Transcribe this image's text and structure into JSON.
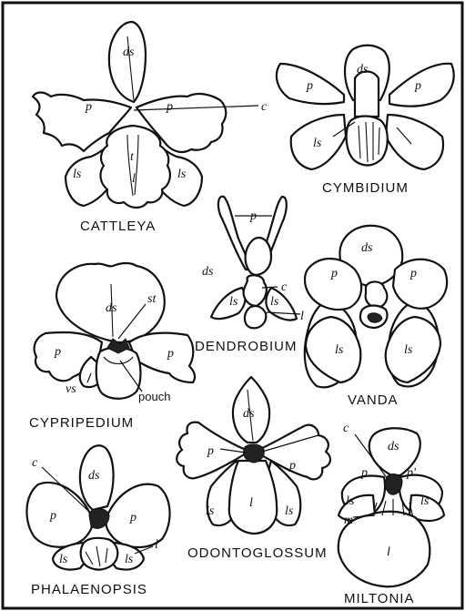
{
  "figure": {
    "flowers": [
      {
        "name": "CATTLEYA",
        "labels": {
          "ds": "ds",
          "p1": "p",
          "p2": "p",
          "c": "c",
          "t": "t",
          "l": "l",
          "ls1": "ls",
          "ls2": "ls"
        }
      },
      {
        "name": "CYMBIDIUM",
        "labels": {
          "ds": "ds",
          "p1": "p",
          "p2": "p",
          "ls": "ls"
        }
      },
      {
        "name": "DENDROBIUM",
        "labels": {
          "p": "p",
          "ds": "ds",
          "c": "c",
          "ls1": "ls",
          "ls2": "ls",
          "l": "l"
        }
      },
      {
        "name": "VANDA",
        "labels": {
          "ds": "ds",
          "p1": "p",
          "p2": "p",
          "ls1": "ls",
          "ls2": "ls"
        }
      },
      {
        "name": "CYPRIPEDIUM",
        "labels": {
          "ds": "ds",
          "st": "st",
          "p1": "p",
          "p2": "p",
          "vs": "vs",
          "pouch": "pouch"
        }
      },
      {
        "name": "ODONTOGLOSSUM",
        "labels": {
          "ds": "ds",
          "p1": "p",
          "p2": "p",
          "l": "l",
          "ls1": "ls",
          "ls2": "ls"
        }
      },
      {
        "name": "PHALAENOPSIS",
        "labels": {
          "c": "c",
          "ds": "ds",
          "p1": "p",
          "p2": "p",
          "ls1": "ls",
          "ls2": "ls",
          "l": "l"
        }
      },
      {
        "name": "MILTONIA",
        "labels": {
          "c": "c",
          "ds": "ds",
          "p1": "p",
          "p2": "p'",
          "ls1": "ls",
          "ls2": "ls",
          "m": "m",
          "l": "l"
        }
      }
    ]
  }
}
